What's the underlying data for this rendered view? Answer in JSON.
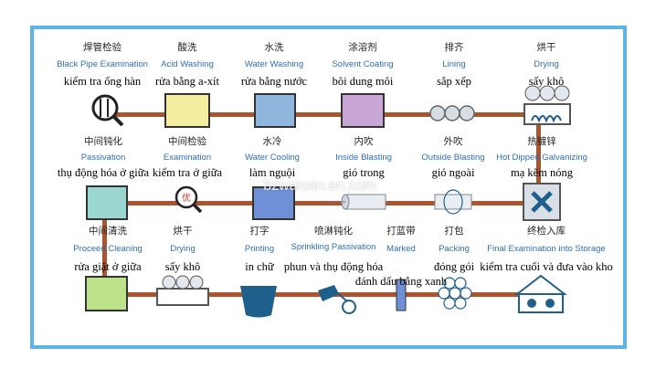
{
  "watermark": "bzwanxin.en.com",
  "colors": {
    "frame": "#5db5e6",
    "pipe": "#a9552e",
    "steel": "#1f5f8c"
  },
  "rows": [
    [
      {
        "id": "black-pipe-examination",
        "cn": "焊管检验",
        "en": "Black Pipe Examination",
        "vi": "kiểm tra ống hàn",
        "icon": "magnifier"
      },
      {
        "id": "acid-washing",
        "cn": "酸洗",
        "en": "Acid Washing",
        "vi": "rửa bằng a-xít",
        "icon": "tank-yellow"
      },
      {
        "id": "water-washing",
        "cn": "水洗",
        "en": "Water Washing",
        "vi": "rửa bằng nước",
        "icon": "tank-blue"
      },
      {
        "id": "solvent-coating",
        "cn": "涂溶剂",
        "en": "Solvent Coating",
        "vi": "bôi dung môi",
        "icon": "tank-purple"
      },
      {
        "id": "lining",
        "cn": "排齐",
        "en": "Lining",
        "vi": "sắp xếp",
        "icon": "pipe-row"
      },
      {
        "id": "drying-1",
        "cn": "烘干",
        "en": "Drying",
        "vi": "sấy khô",
        "icon": "dryer"
      }
    ],
    [
      {
        "id": "passivation",
        "cn": "中间钝化",
        "en": "Passivation",
        "vi": "thụ động hóa ở giữa",
        "icon": "tank-teal"
      },
      {
        "id": "examination",
        "cn": "中间检验",
        "en": "Examination",
        "vi": "kiểm tra ở giữa",
        "icon": "magnifier-you"
      },
      {
        "id": "water-cooling",
        "cn": "水冷",
        "en": "Water Cooling",
        "vi": "làm nguội",
        "icon": "tank-darkblue"
      },
      {
        "id": "inside-blasting",
        "cn": "内吹",
        "en": "Inside Blasting",
        "vi": "gió trong",
        "icon": "pipe-inside"
      },
      {
        "id": "outside-blasting",
        "cn": "外吹",
        "en": "Outside Blasting",
        "vi": "gió ngoài",
        "icon": "pipe-outside"
      },
      {
        "id": "hot-dipped-galvanizing",
        "cn": "热镀锌",
        "en": "Hot Dipped Galvanizing",
        "vi": "mạ kẽm nóng",
        "icon": "zinc-tank"
      }
    ],
    [
      {
        "id": "proceed-cleaning",
        "cn": "中间清洗",
        "en": "Proceed Cleaning",
        "vi": "rửa giặt ở giữa",
        "icon": "tank-green"
      },
      {
        "id": "drying-2",
        "cn": "烘干",
        "en": "Drying",
        "vi": "sấy khô",
        "icon": "dryer-flat"
      },
      {
        "id": "printing",
        "cn": "打字",
        "en": "Printing",
        "vi": "in chữ",
        "icon": "printer"
      },
      {
        "id": "sprinkling-passivation",
        "cn": "喷淋钝化",
        "en": "Sprinkling Passivation",
        "vi": "phun và thụ động hóa",
        "icon": "sprayer"
      },
      {
        "id": "marked",
        "cn": "打蓝带",
        "en": "Marked",
        "vi": "đánh dấu bằng xanh",
        "icon": "marker"
      },
      {
        "id": "packing",
        "cn": "打包",
        "en": "Packing",
        "vi": "đóng gói",
        "icon": "bundle"
      },
      {
        "id": "final-examination",
        "cn": "终检入库",
        "en": "Final Examination into Storage",
        "vi": "kiểm tra cuối và đưa vào kho",
        "icon": "warehouse"
      }
    ]
  ]
}
